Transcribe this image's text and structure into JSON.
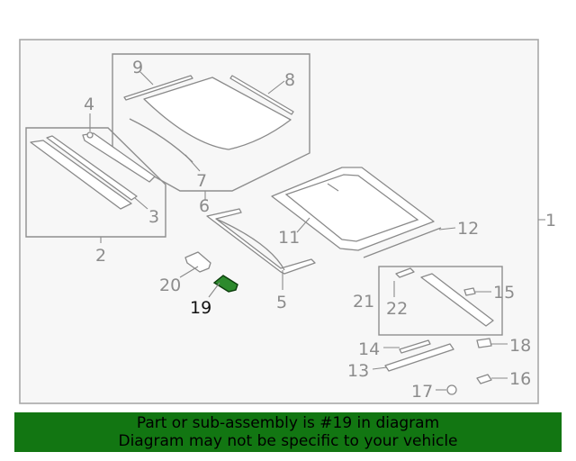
{
  "callouts": {
    "c1": "1",
    "c2": "2",
    "c3": "3",
    "c4": "4",
    "c5": "5",
    "c6": "6",
    "c7": "7",
    "c8": "8",
    "c9": "9",
    "c11": "11",
    "c12": "12",
    "c13": "13",
    "c14": "14",
    "c15": "15",
    "c16": "16",
    "c17": "17",
    "c18": "18",
    "c19": "19",
    "c20": "20",
    "c21": "21",
    "c22": "22"
  },
  "highlight": {
    "part": "19",
    "color": "#2d8a2d"
  },
  "banner": {
    "line1": "Part or sub-assembly is #19 in diagram",
    "line2": "Diagram may not be specific to your vehicle",
    "color": "#127612"
  }
}
